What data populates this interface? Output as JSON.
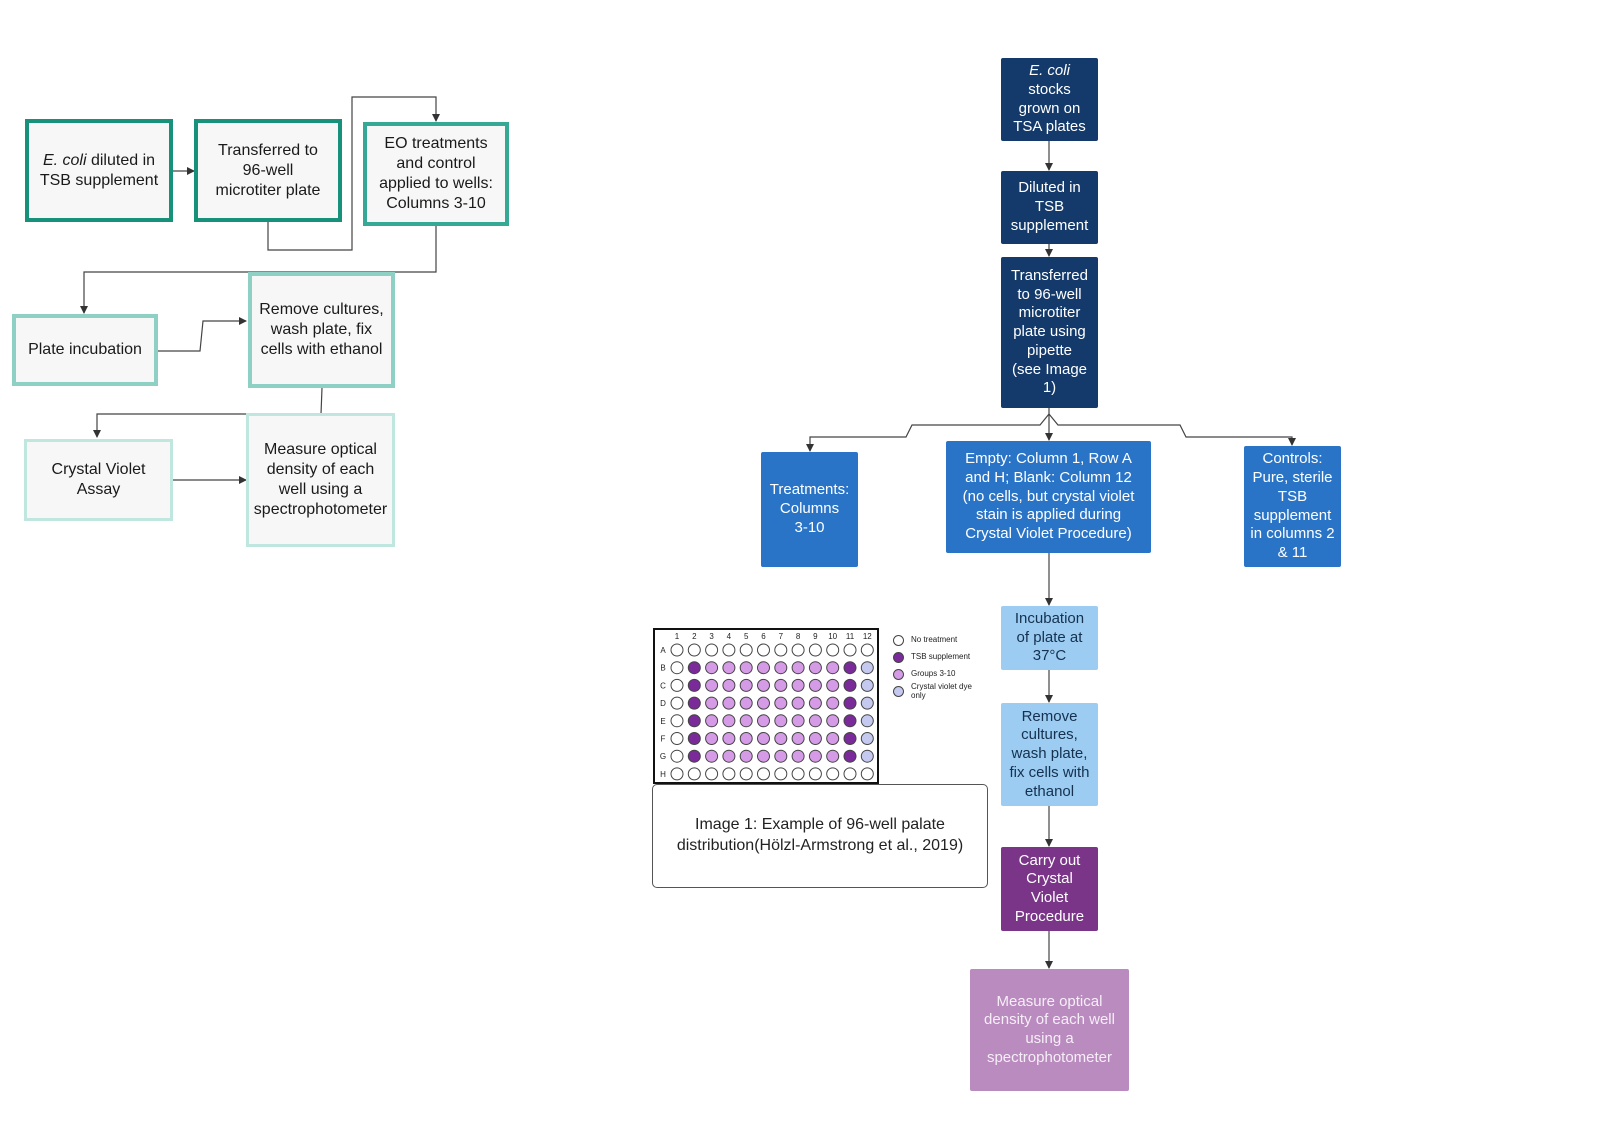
{
  "left_flow": {
    "box1": {
      "italic": "E. coli",
      "rest": " diluted in\nTSB supplement"
    },
    "box2": "Transferred to\n96-well\nmicrotiter plate",
    "box3": "EO treatments\nand control\napplied to wells:\nColumns 3-10",
    "box4": "Plate incubation",
    "box5": "Remove cultures,\nwash plate, fix\ncells with ethanol",
    "box6": "Crystal Violet\nAssay",
    "box7": "Measure optical\ndensity of each\nwell using a\nspectrophotometer"
  },
  "right_flow": {
    "stocks": {
      "italic": "E. coli",
      "rest": "stocks\ngrown on\nTSA plates"
    },
    "diluted": "Diluted in\nTSB\nsupplement",
    "transferred": "Transferred\nto 96-well\nmicrotiter\nplate using\npipette\n(see Image\n1)",
    "treatments": "Treatments:\nColumns\n3-10",
    "empty": "Empty: Column 1, Row A\nand H; Blank: Column 12\n(no cells, but crystal violet\nstain is applied during\nCrystal Violet Procedure)",
    "controls": "Controls:\nPure, sterile\nTSB\nsupplement\nin columns 2\n& 11",
    "incubation": "Incubation\nof plate at\n37°C",
    "remove": "Remove\ncultures,\nwash plate,\nfix cells with\nethanol",
    "crystal": "Carry out\nCrystal\nViolet\nProcedure",
    "measure": "Measure optical\ndensity of each well\nusing a\nspectrophotometer"
  },
  "image1": {
    "columns": [
      "1",
      "2",
      "3",
      "4",
      "5",
      "6",
      "7",
      "8",
      "9",
      "10",
      "11",
      "12"
    ],
    "rows": [
      "A",
      "B",
      "C",
      "D",
      "E",
      "F",
      "G",
      "H"
    ],
    "legend": [
      {
        "label": "No treatment",
        "color": "#ffffff"
      },
      {
        "label": "TSB supplement",
        "color": "#7b2a9a"
      },
      {
        "label": "Groups 3-10",
        "color": "#d69be6"
      },
      {
        "label": "Crystal violet dye only",
        "color": "#c5c9ef"
      }
    ],
    "caption": "Image 1: Example of 96-well palate distribution(Hölzl-Armstrong et al., 2019)"
  }
}
